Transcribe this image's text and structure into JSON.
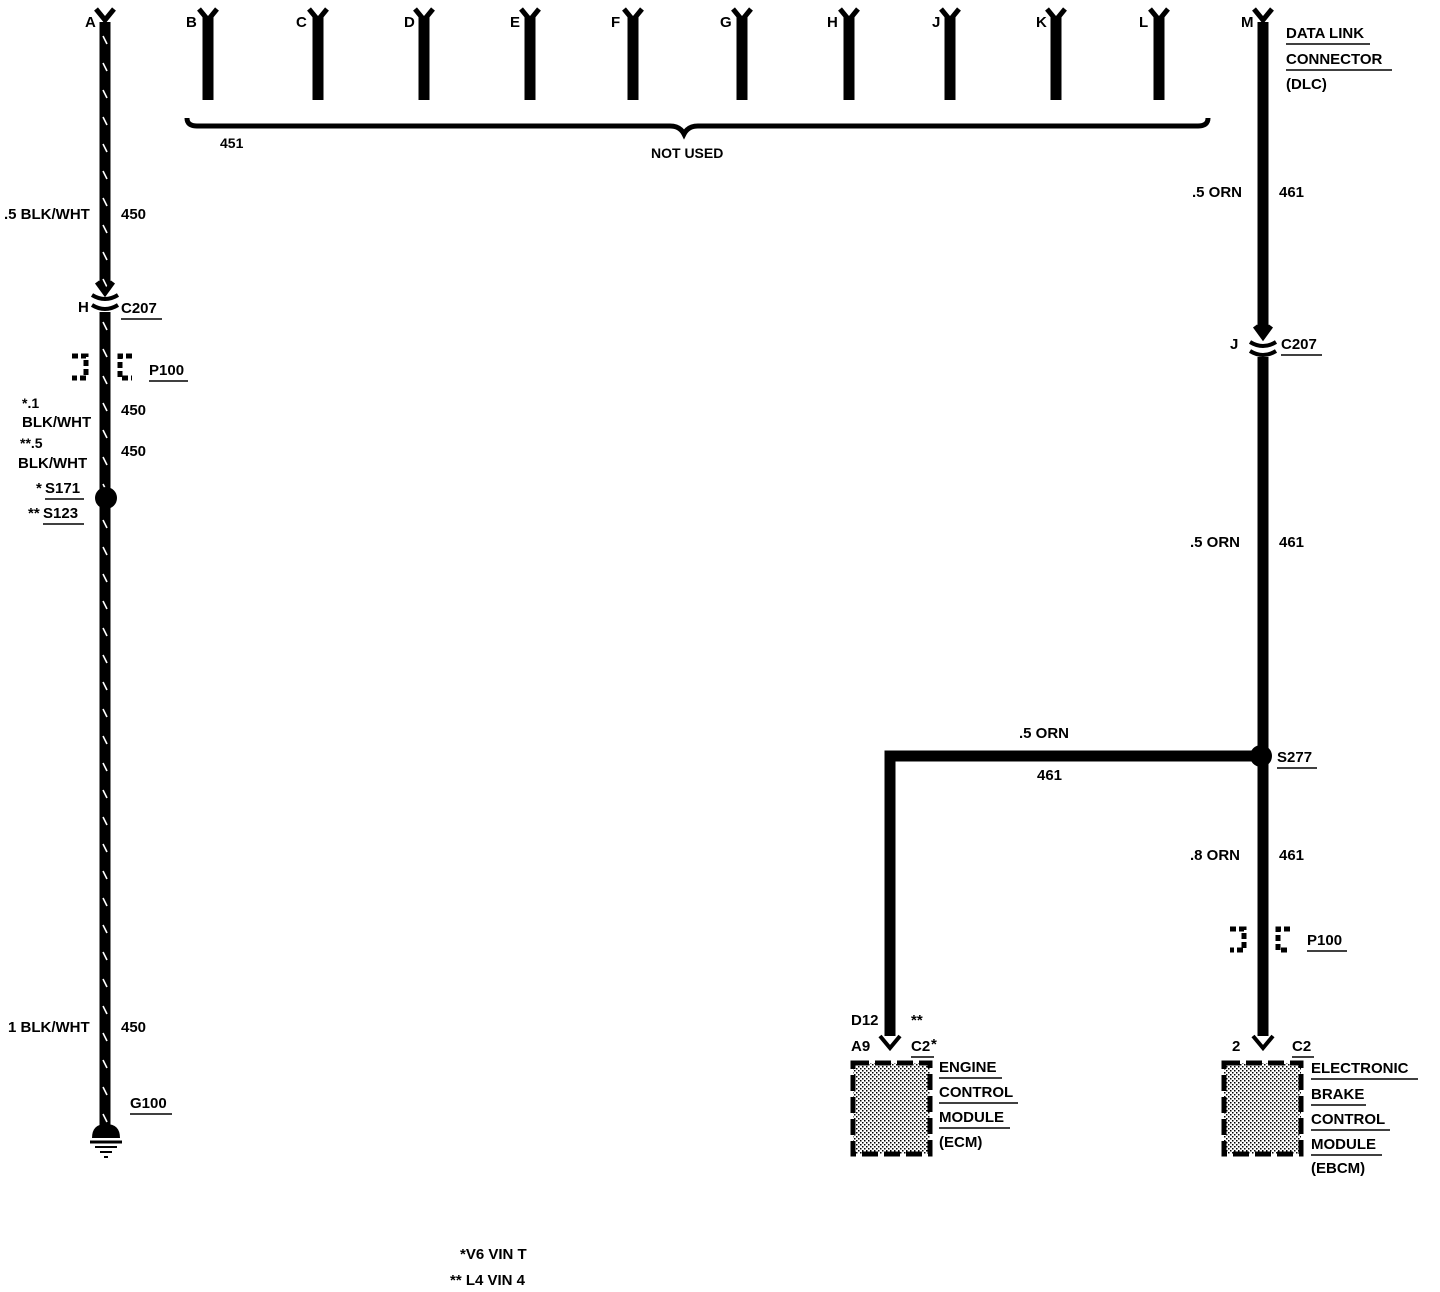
{
  "dlc": {
    "pins": [
      "A",
      "B",
      "C",
      "D",
      "E",
      "F",
      "G",
      "H",
      "J",
      "K",
      "L",
      "M"
    ],
    "title_line1": "DATA LINK",
    "title_line2": "CONNECTOR",
    "title_abbr": "(DLC)",
    "unused_circuit": "451",
    "unused_label": "NOT USED"
  },
  "ground_circuit": {
    "top_wire_size": ".5 BLK/WHT",
    "top_wire_circuit": "450",
    "connector_pin": "H",
    "connector_id": "C207",
    "passthrough_id": "P100",
    "wire_v6_size_line1": "*.1",
    "wire_v6_size_line2": "BLK/WHT",
    "wire_v6_circuit": "450",
    "wire_l4_size_line1": "**.5",
    "wire_l4_size_line2": "BLK/WHT",
    "wire_l4_circuit": "450",
    "splice_v6": "S171",
    "splice_v6_prefix": "*",
    "splice_l4": "S123",
    "splice_l4_prefix": "**",
    "bottom_wire_size": "1 BLK/WHT",
    "bottom_wire_circuit": "450",
    "ground_id": "G100"
  },
  "data_circuit": {
    "top_wire_size": ".5 ORN",
    "top_wire_circuit": "461",
    "connector_pin": "J",
    "connector_id": "C207",
    "mid_wire_size": ".5 ORN",
    "mid_wire_circuit": "461",
    "branch_wire_size": ".5 ORN",
    "branch_wire_circuit": "461",
    "splice_id": "S277",
    "lower_wire_size": ".8 ORN",
    "lower_wire_circuit": "461",
    "passthrough_id": "P100"
  },
  "ecm": {
    "pin_l4": "D12",
    "pin_l4_mark": "**",
    "pin_v6": "A9",
    "connector_id": "C2",
    "connector_mark": "*",
    "name_line1": "ENGINE",
    "name_line2": "CONTROL",
    "name_line3": "MODULE",
    "abbr": "(ECM)"
  },
  "ebcm": {
    "pin": "2",
    "connector_id": "C2",
    "name_line1": "ELECTRONIC",
    "name_line2": "BRAKE",
    "name_line3": "CONTROL",
    "name_line4": "MODULE",
    "abbr": "(EBCM)"
  },
  "legend": {
    "v6_note": "*V6  VIN T",
    "l4_note": "** L4  VIN 4"
  }
}
